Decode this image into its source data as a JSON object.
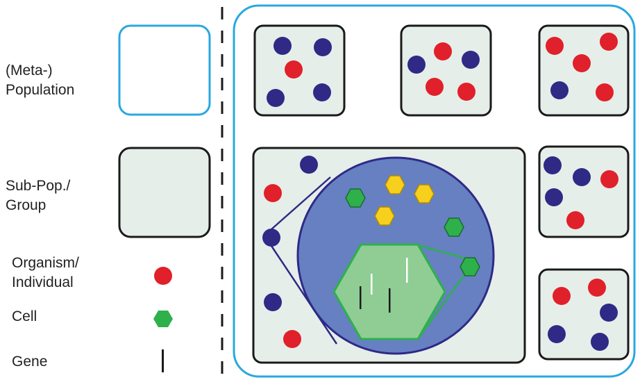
{
  "legend": {
    "population": {
      "line1": "(Meta-)",
      "line2": "Population"
    },
    "subpop": {
      "line1": "Sub-Pop./",
      "line2": "Group"
    },
    "organism": {
      "line1": "Organism/",
      "line2": "Individual"
    },
    "cell": {
      "label": "Cell"
    },
    "gene": {
      "label": "Gene"
    }
  },
  "colors": {
    "population_border": "#29a8e0",
    "group_fill": "#e6eee9",
    "group_border": "#1a1a1a",
    "organism_red": "#e0202a",
    "organism_blue": "#2e2a86",
    "cell_green": "#2eb04b",
    "gene_yellow": "#f7d01e",
    "zoom_circle": "#6680c2",
    "zoom_border": "#2e2a86",
    "nucleus_fill": "#8fcd95"
  },
  "icons": [
    "organism-circle-icon",
    "cell-hexagon-icon",
    "gene-bar-icon"
  ]
}
